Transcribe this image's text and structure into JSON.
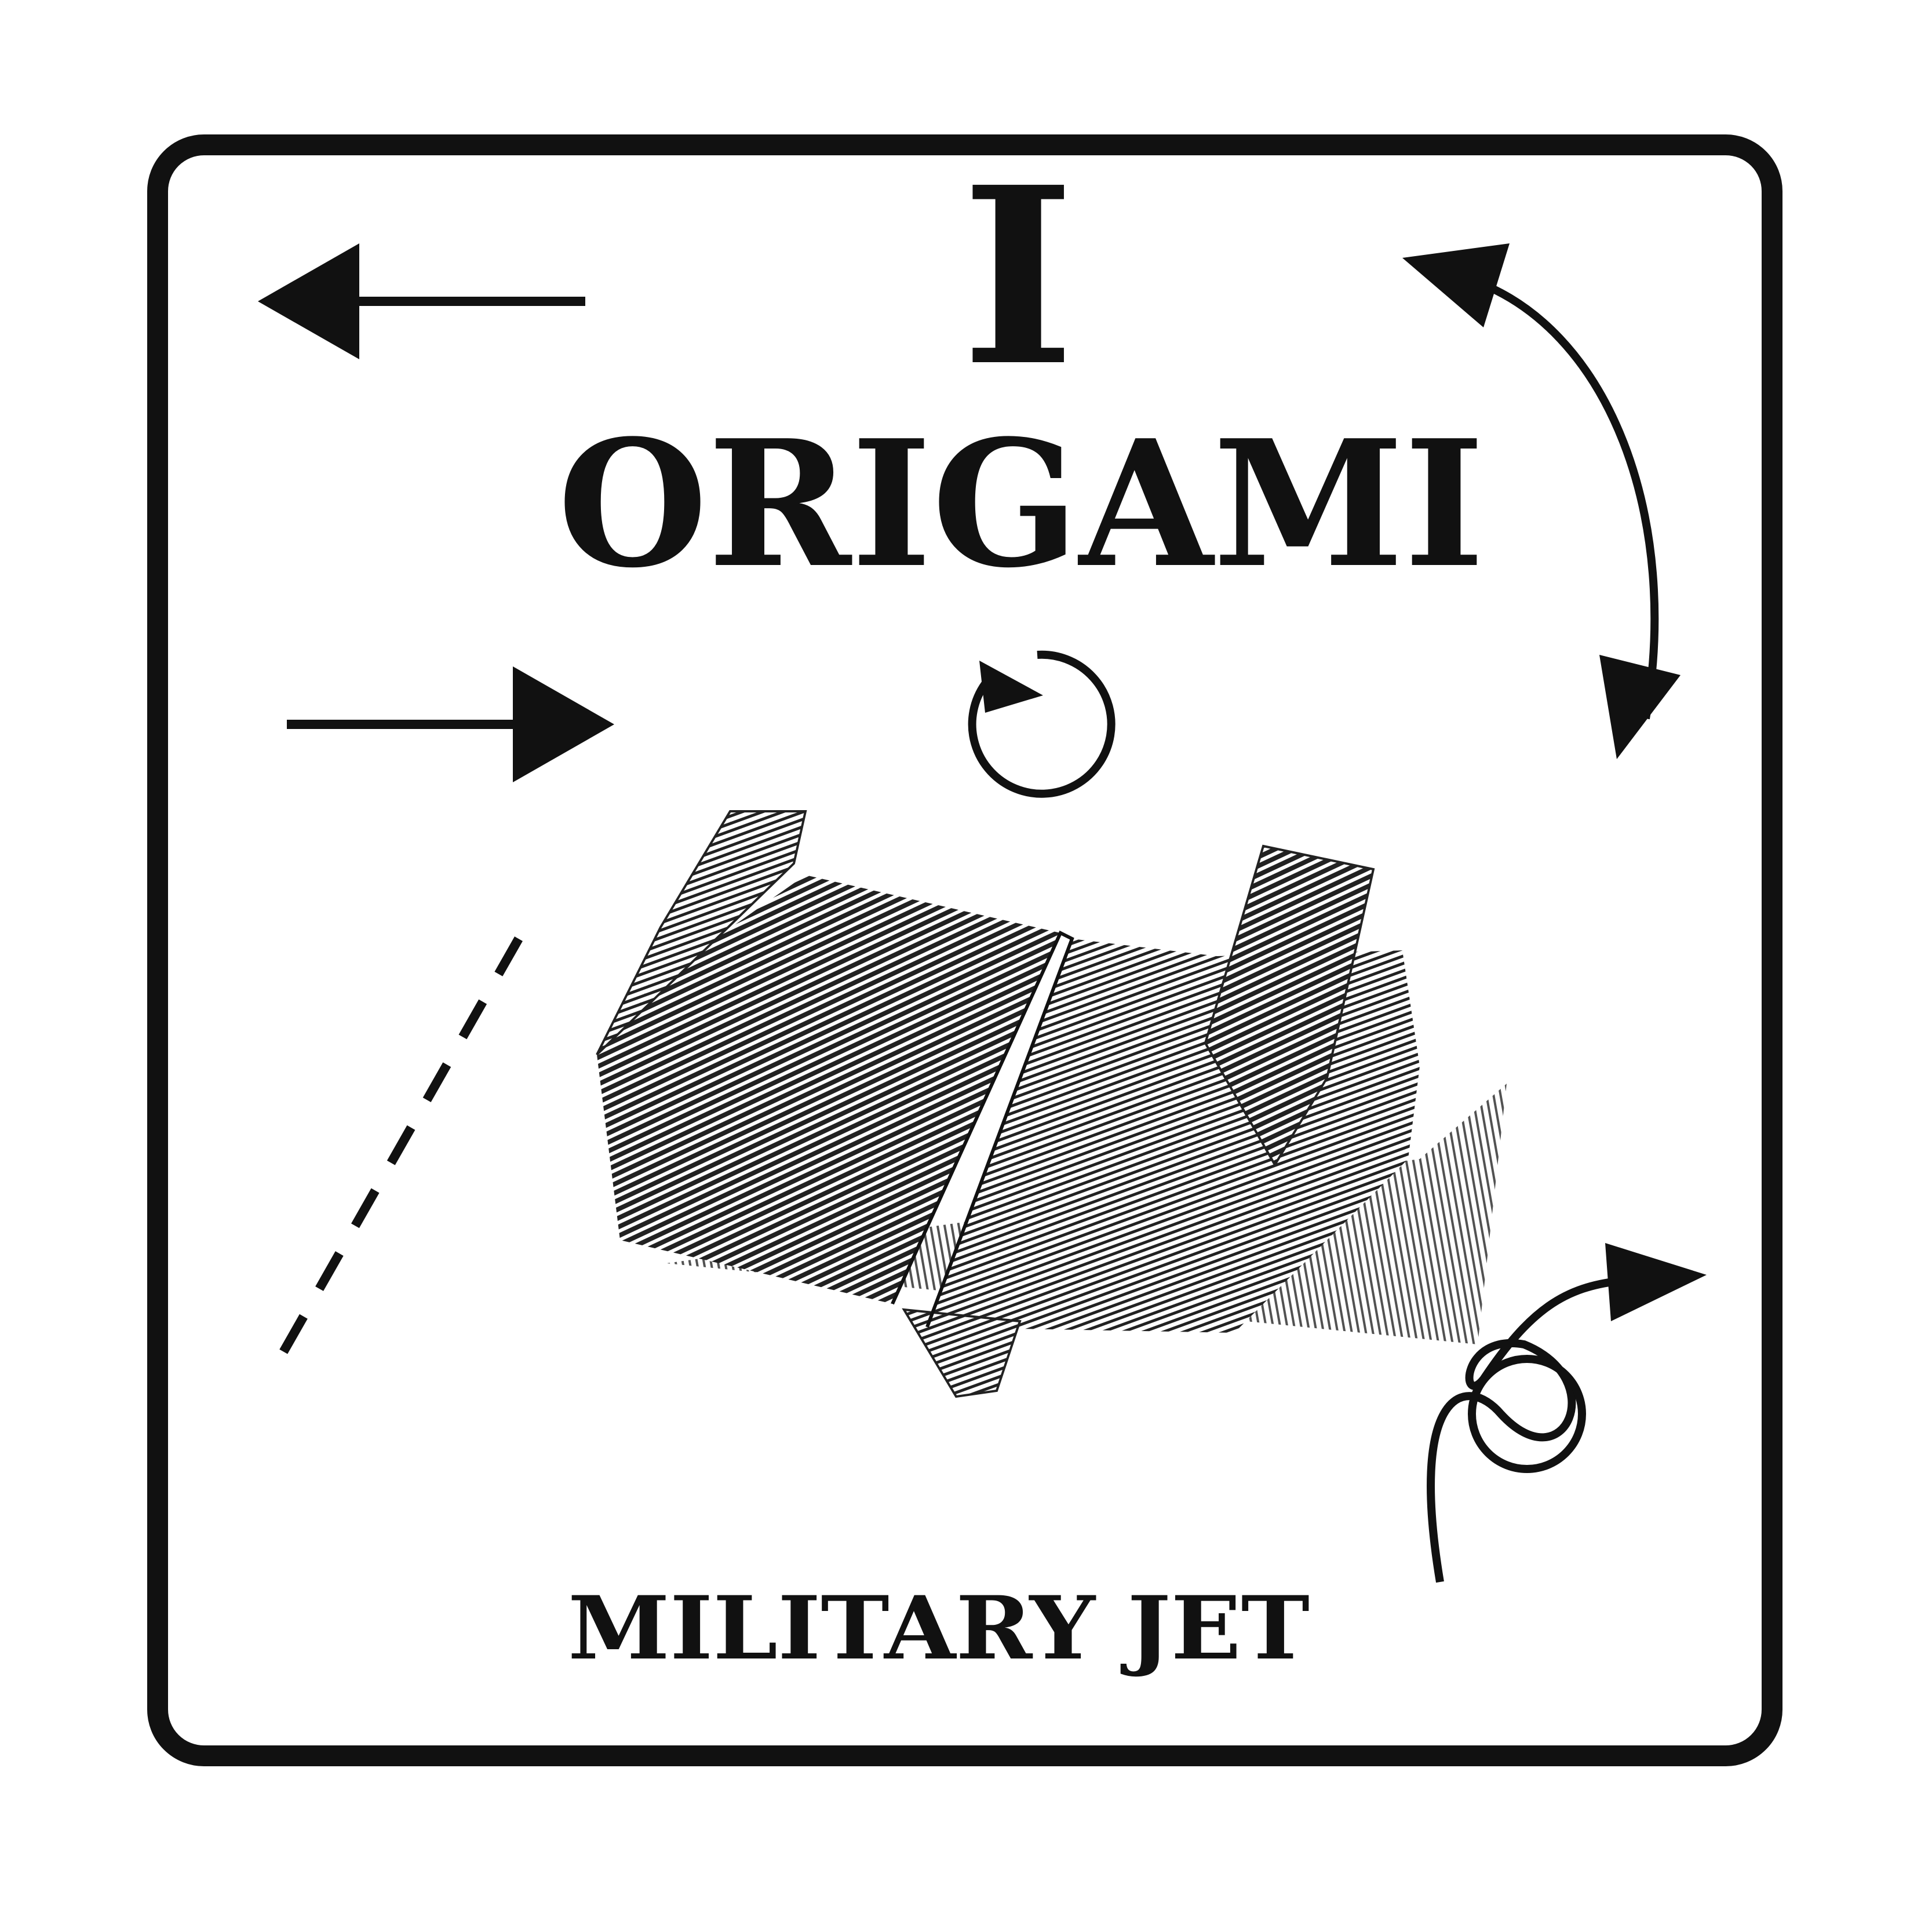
{
  "heading": {
    "line1": "I",
    "line2": "ORIGAMI"
  },
  "model_name": "MILITARY JET",
  "colors": {
    "ink": "#111111",
    "background": "#ffffff",
    "paper_mid": "#8a8a8a"
  },
  "icons": [
    "arrow-left-icon",
    "double-curved-arrow-icon",
    "arrow-right-icon",
    "rotate-icon",
    "dashed-fold-line-icon",
    "loop-arrow-icon"
  ]
}
